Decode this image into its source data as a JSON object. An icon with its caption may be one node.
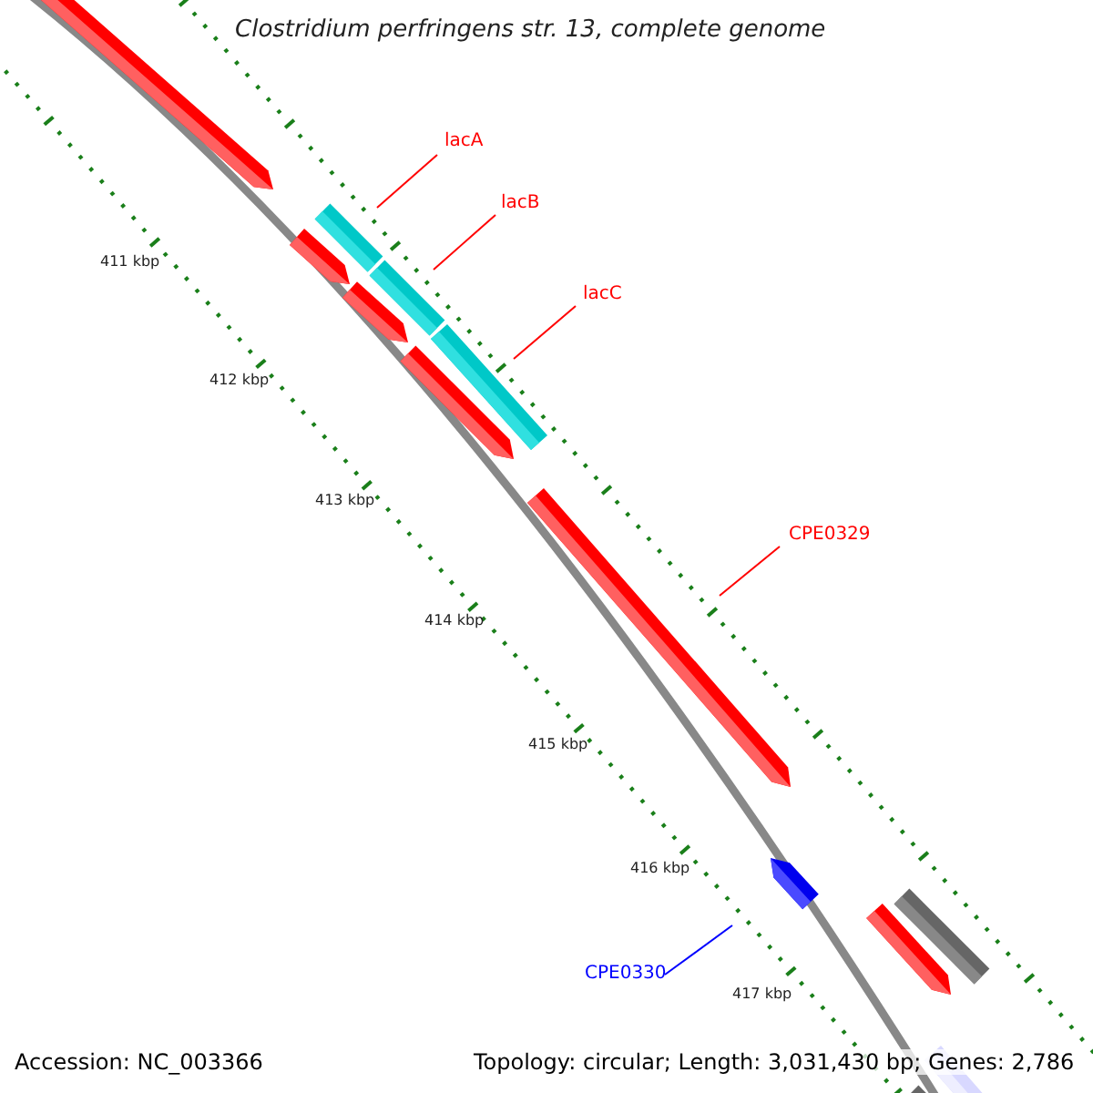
{
  "diagram": {
    "title": "Clostridium perfringens str. 13, complete genome",
    "nodes": [
      {
        "text": [
          "lacA"
        ]
      },
      {
        "text": [
          "lacB"
        ]
      },
      {
        "text": [
          "lacC"
        ]
      },
      {
        "text": [
          "CPE0329"
        ]
      },
      {
        "text": [
          "CPE0330"
        ]
      },
      {
        "text": [],
        "shape": "bar"
      },
      {
        "text": [],
        "shape": "bar"
      },
      {
        "text": [],
        "shape": "bar"
      },
      {
        "text": [],
        "shape": "bar"
      },
      {
        "text": [],
        "shape": "bar"
      }
    ],
    "edges": [
      {
        "from": 0,
        "to": 5,
        "arrow": "none"
      },
      {
        "from": 1,
        "to": 6,
        "arrow": "none"
      },
      {
        "from": 2,
        "to": 7,
        "arrow": "none"
      },
      {
        "from": 3,
        "to": 8,
        "arrow": "none"
      },
      {
        "from": 4,
        "to": 9,
        "arrow": "none",
        "color": "#0000ff"
      }
    ],
    "labels": [
      "411 kbp",
      "412 kbp",
      "413 kbp",
      "414 kbp",
      "415 kbp",
      "416 kbp",
      "417 kbp",
      "Accession: NC_003366",
      "Topology: circular; Length: 3,031,430 bp; Genes: 2,786"
    ]
  }
}
